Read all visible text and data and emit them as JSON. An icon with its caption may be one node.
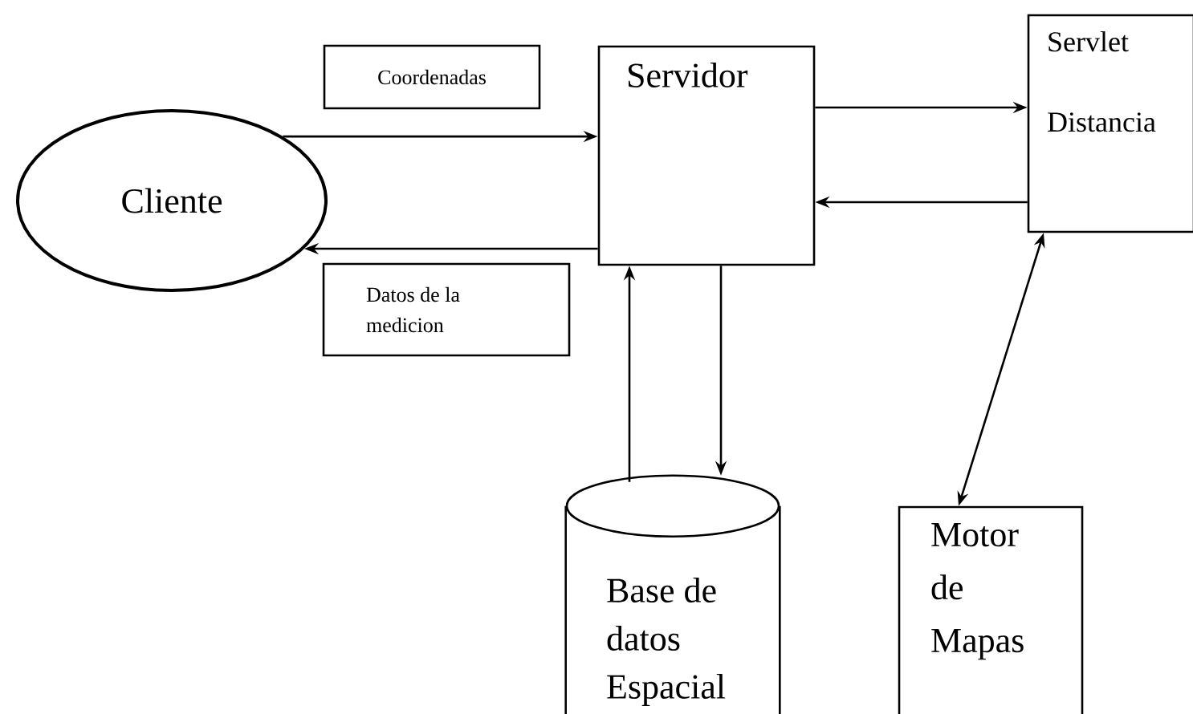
{
  "diagram": {
    "nodes": [
      {
        "text": [
          "Cliente"
        ]
      },
      {
        "text": [
          "Coordenadas"
        ]
      },
      {
        "text": [
          "Servidor"
        ]
      },
      {
        "text": [
          "Datos de la medicion"
        ]
      },
      {
        "text": [
          "Servlet Distancia"
        ]
      },
      {
        "text": [
          "Base de datos Espacial"
        ]
      },
      {
        "text": [
          "Motor de Mapas"
        ]
      }
    ],
    "edges": [
      {
        "from": 0,
        "to": 2,
        "arrow": "to"
      },
      {
        "from": 2,
        "to": 0,
        "arrow": "to"
      },
      {
        "from": 2,
        "to": 4,
        "arrow": "to"
      },
      {
        "from": 4,
        "to": 2,
        "arrow": "to"
      },
      {
        "from": 5,
        "to": 2,
        "arrow": "to"
      },
      {
        "from": 2,
        "to": 5,
        "arrow": "to"
      },
      {
        "from": 4,
        "to": 6,
        "arrow": "both"
      }
    ]
  }
}
